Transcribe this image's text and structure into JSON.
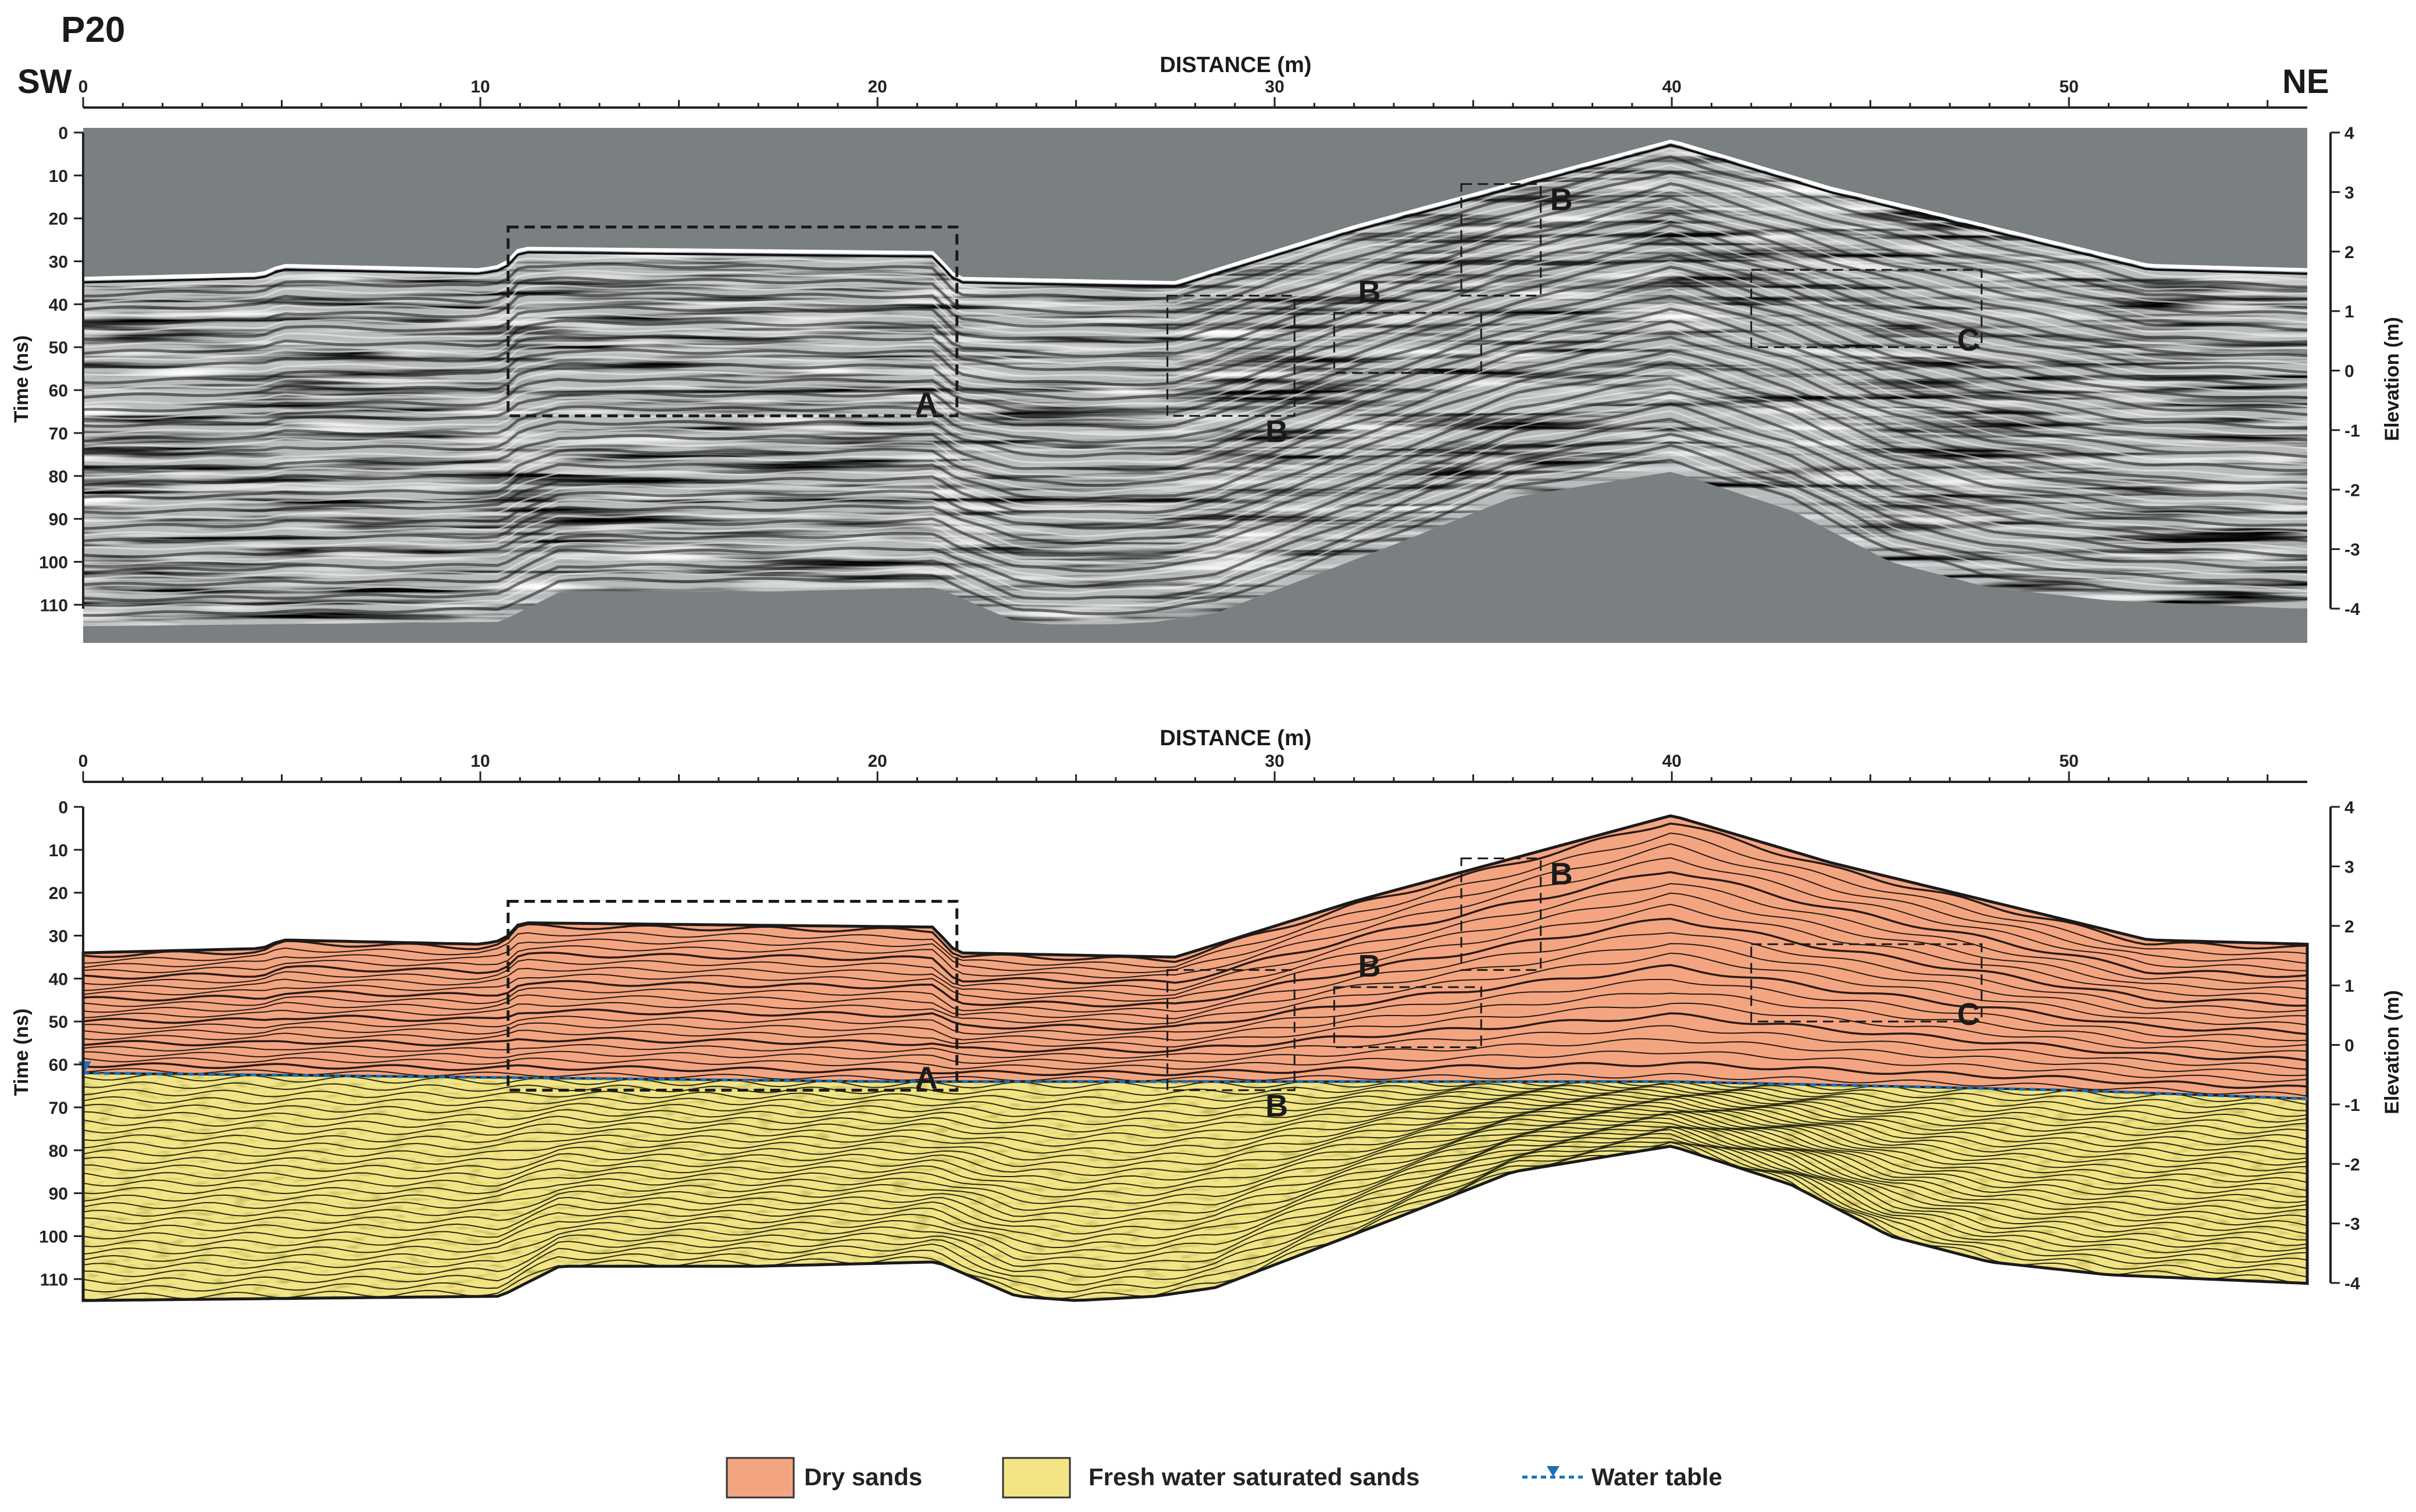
{
  "title": "P20",
  "orientation": {
    "left": "SW",
    "right": "NE"
  },
  "panels": [
    {
      "id": "gpr-radargram",
      "xlabel": "DISTANCE (m)",
      "ylabel_left": "Time (ns)",
      "ylabel_right": "Elevation (m)",
      "x_ticks": [
        0,
        10,
        20,
        30,
        40,
        50
      ],
      "y_ticks_time": [
        0,
        10,
        20,
        30,
        40,
        50,
        60,
        70,
        80,
        90,
        100,
        110
      ],
      "y_ticks_elev": [
        4,
        3,
        2,
        1,
        0,
        -1,
        -2,
        -3,
        -4
      ],
      "boxes": [
        {
          "label": "A",
          "x": [
            10.7,
            22.0
          ],
          "t": [
            22,
            66
          ]
        },
        {
          "label": "B",
          "x": [
            27.3,
            30.5
          ],
          "t": [
            38,
            66
          ]
        },
        {
          "label": "B",
          "x": [
            31.5,
            35.2
          ],
          "t": [
            42,
            56
          ]
        },
        {
          "label": "B",
          "x": [
            34.7,
            36.7
          ],
          "t": [
            12,
            38
          ]
        },
        {
          "label": "C",
          "x": [
            42.0,
            47.8
          ],
          "t": [
            32,
            50
          ]
        }
      ]
    },
    {
      "id": "interpretation",
      "xlabel": "DISTANCE (m)",
      "ylabel_left": "Time (ns)",
      "ylabel_right": "Elevation (m)",
      "x_ticks": [
        0,
        10,
        20,
        30,
        40,
        50
      ],
      "y_ticks_time": [
        0,
        10,
        20,
        30,
        40,
        50,
        60,
        70,
        80,
        90,
        100,
        110
      ],
      "y_ticks_elev": [
        4,
        3,
        2,
        1,
        0,
        -1,
        -2,
        -3,
        -4
      ],
      "boxes": [
        {
          "label": "A",
          "x": [
            10.7,
            22.0
          ],
          "t": [
            22,
            66
          ]
        },
        {
          "label": "B",
          "x": [
            27.3,
            30.5
          ],
          "t": [
            38,
            66
          ]
        },
        {
          "label": "B",
          "x": [
            31.5,
            35.2
          ],
          "t": [
            42,
            56
          ]
        },
        {
          "label": "B",
          "x": [
            34.7,
            36.7
          ],
          "t": [
            12,
            38
          ]
        },
        {
          "label": "C",
          "x": [
            42.0,
            47.8
          ],
          "t": [
            32,
            50
          ]
        }
      ]
    }
  ],
  "surface_profile": {
    "x": [
      0,
      4.5,
      5,
      10,
      10.6,
      11,
      21.4,
      22,
      27.5,
      32,
      36,
      40,
      44,
      48,
      52,
      56
    ],
    "t": [
      34,
      33,
      31,
      32,
      31,
      27,
      28,
      34,
      35,
      22,
      12,
      2,
      13,
      22,
      31,
      32
    ]
  },
  "base_profile": {
    "x": [
      0,
      10.5,
      12,
      17,
      21.5,
      23.5,
      25,
      27,
      28.5,
      33,
      36,
      40,
      43,
      45.5,
      48,
      51,
      56
    ],
    "t": [
      115,
      114,
      107,
      107,
      106,
      114,
      115,
      114,
      112,
      96,
      85,
      79,
      88,
      100,
      106,
      109,
      111
    ]
  },
  "water_table_profile": {
    "x": [
      0,
      10,
      20,
      30,
      40,
      50,
      56
    ],
    "t": [
      62,
      63,
      64,
      64,
      64,
      66,
      68
    ]
  },
  "legend": [
    {
      "label": "Dry sands",
      "color": "#f3a582"
    },
    {
      "label": "Fresh water saturated sands",
      "color": "#f3e585"
    },
    {
      "label": "Water table",
      "color": "#1b6fb5"
    }
  ],
  "colors": {
    "radar_background": "#7a7f82",
    "dry_sands": "#f3a582",
    "saturated_sands": "#f3e585",
    "water_table": "#1b6fb5"
  }
}
